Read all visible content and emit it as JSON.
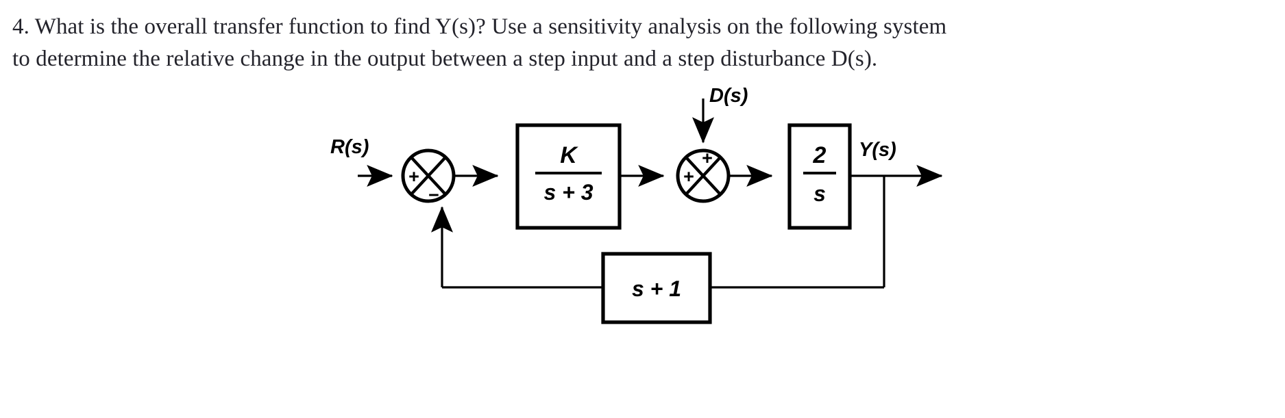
{
  "question": {
    "number": "4.",
    "line1": "4. What is the overall transfer function to find Y(s)? Use a sensitivity analysis on the following system",
    "line2": "to determine the relative change in the output between a step input and a step disturbance D(s)."
  },
  "diagram": {
    "title": "feedback-control-block-diagram",
    "colors": {
      "stroke": "#000000",
      "text": "#000000",
      "background": "#ffffff"
    },
    "signals": {
      "input_label": "R(s)",
      "disturbance_label": "D(s)",
      "output_label": "Y(s)"
    },
    "summer1": {
      "name": "error-summing-junction",
      "sign_input": "+",
      "sign_feedback": "−"
    },
    "summer2": {
      "name": "disturbance-summing-junction",
      "sign_input": "+",
      "sign_disturbance": "+"
    },
    "blocks": [
      {
        "id": "controller",
        "numerator": "K",
        "denominator": "s + 3"
      },
      {
        "id": "plant",
        "numerator": "2",
        "denominator": "s"
      },
      {
        "id": "feedback",
        "expression": "s + 1"
      }
    ]
  }
}
